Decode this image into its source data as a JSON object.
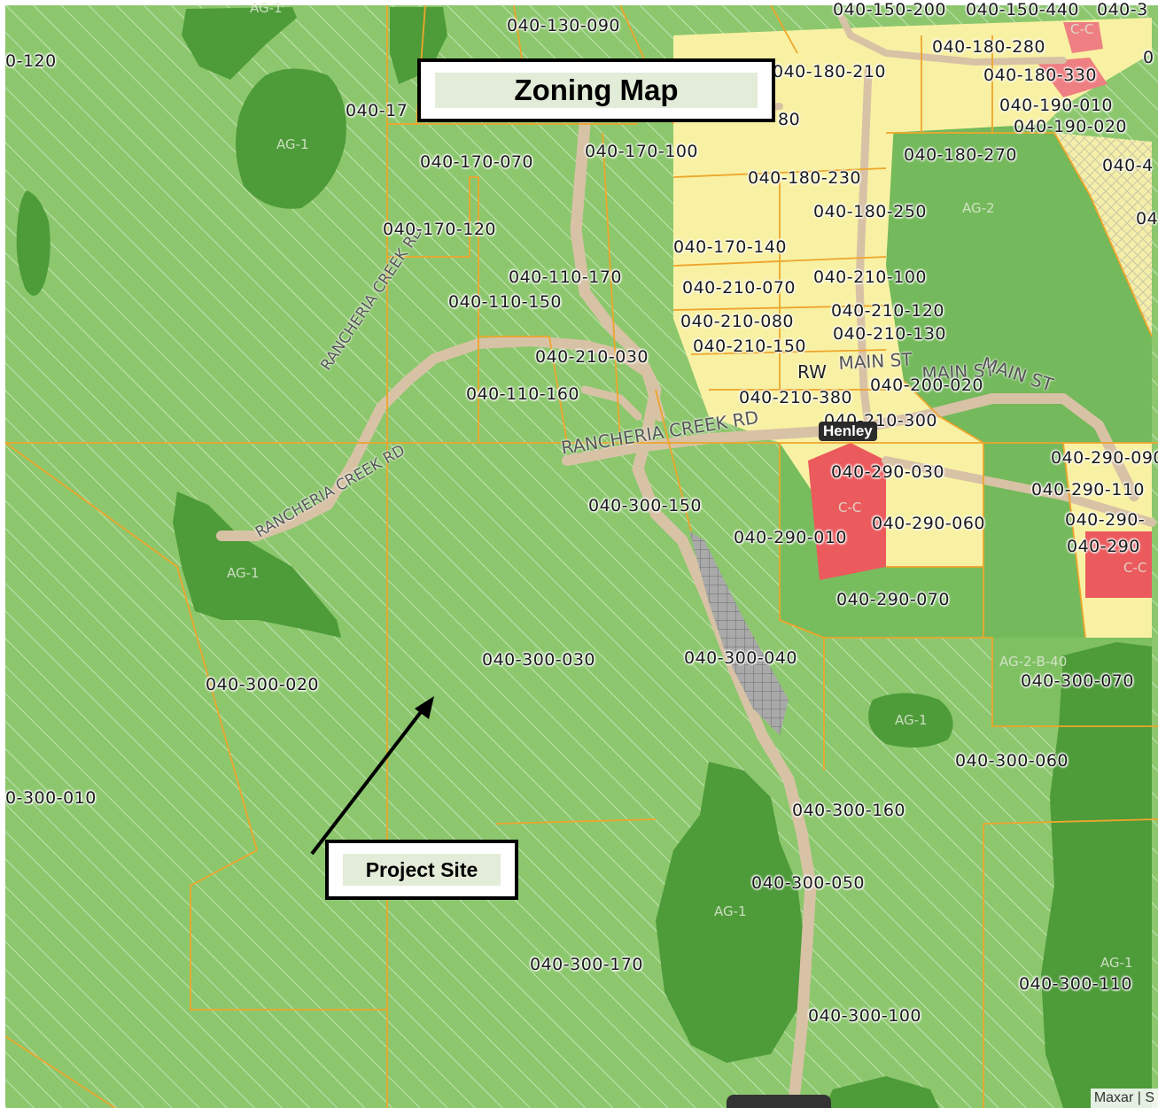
{
  "map": {
    "title": "Zoning Map",
    "project_label": "Project Site",
    "town_name": "Henley",
    "attribution": "Maxar | S",
    "colors": {
      "ag_hatch_base": "#8ec96f",
      "ag_solid": "#4f9d3a",
      "ag2": "#72b95a",
      "residential": "#f8f2a4",
      "commercial": "#ec5a5e",
      "parcel_line": "#f0a830",
      "road": "#d9c3a8"
    },
    "zone_labels": [
      "AG-1",
      "AG-1",
      "AG-2",
      "C-C",
      "C-C",
      "AG-1",
      "AG-1",
      "AG-1",
      "AG-1",
      "C-C",
      "AG-2-B-40"
    ],
    "road_labels": [
      "RANCHERIA CREEK RD",
      "RANCHERIA CREEK RD",
      "RANCHERIA CREEK RD",
      "MAIN ST",
      "MAIN ST",
      "MAIN ST",
      "RW"
    ],
    "parcels": [
      "040-130-090",
      "0-120",
      "040-150-200",
      "040-150-440",
      "040-3",
      "040-180-280",
      "0",
      "040-180-210",
      "040-180-330",
      "040-17",
      "80",
      "040-190-010",
      "040-190-020",
      "040-170-070",
      "040-170-100",
      "040-180-270",
      "040-4",
      "040-180-230",
      "040-180-250",
      "04",
      "040-170-120",
      "040-170-140",
      "040-110-170",
      "040-110-150",
      "040-210-070",
      "040-210-100",
      "040-210-120",
      "040-210-080",
      "040-210-130",
      "040-210-150",
      "040-210-030",
      "040-200-020",
      "040-110-160",
      "040-210-380",
      "040-210-300",
      "040-290-090",
      "040-290-030",
      "040-290-110",
      "040-300-150",
      "040-290-060",
      "040-290-",
      "040-290-010",
      "040-290",
      "040-290-070",
      "040-300-040",
      "040-300-030",
      "040-300-070",
      "040-300-020",
      "040-300-060",
      "0-300-010",
      "040-300-160",
      "040-300-050",
      "040-300-170",
      "040-300-110",
      "040-300-100"
    ]
  }
}
